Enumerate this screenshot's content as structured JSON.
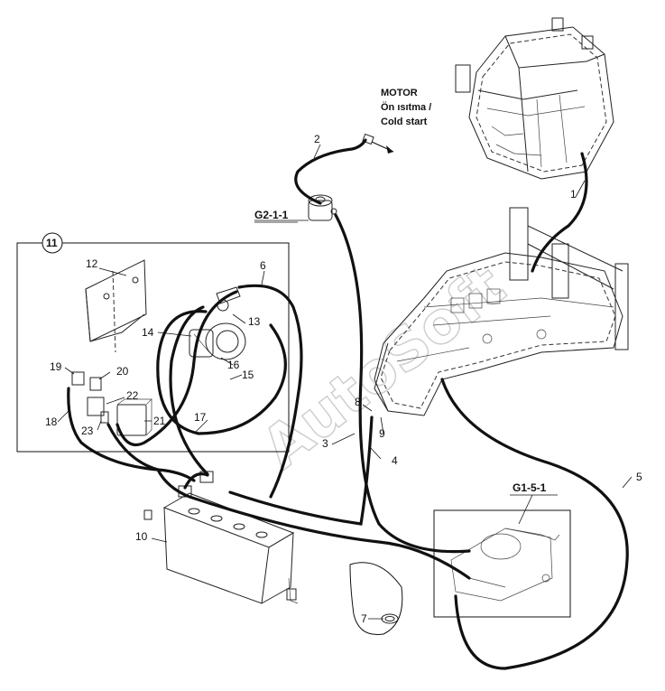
{
  "motor_note": {
    "line1": "MOTOR",
    "line2": "Ön ısıtma /",
    "line3": "Cold start"
  },
  "references": {
    "g2": "G2-1-1",
    "g1": "G1-5-1"
  },
  "callouts": {
    "c1": "1",
    "c2": "2",
    "c3": "3",
    "c4": "4",
    "c5": "5",
    "c6": "6",
    "c7": "7",
    "c8": "8",
    "c9": "9",
    "c10": "10",
    "c11": "11",
    "c12": "12",
    "c13": "13",
    "c14": "14",
    "c15": "15",
    "c16": "16",
    "c17": "17",
    "c18": "18",
    "c19": "19",
    "c20": "20",
    "c21": "21",
    "c22": "22",
    "c23": "23"
  },
  "watermark": "AutoSoft"
}
